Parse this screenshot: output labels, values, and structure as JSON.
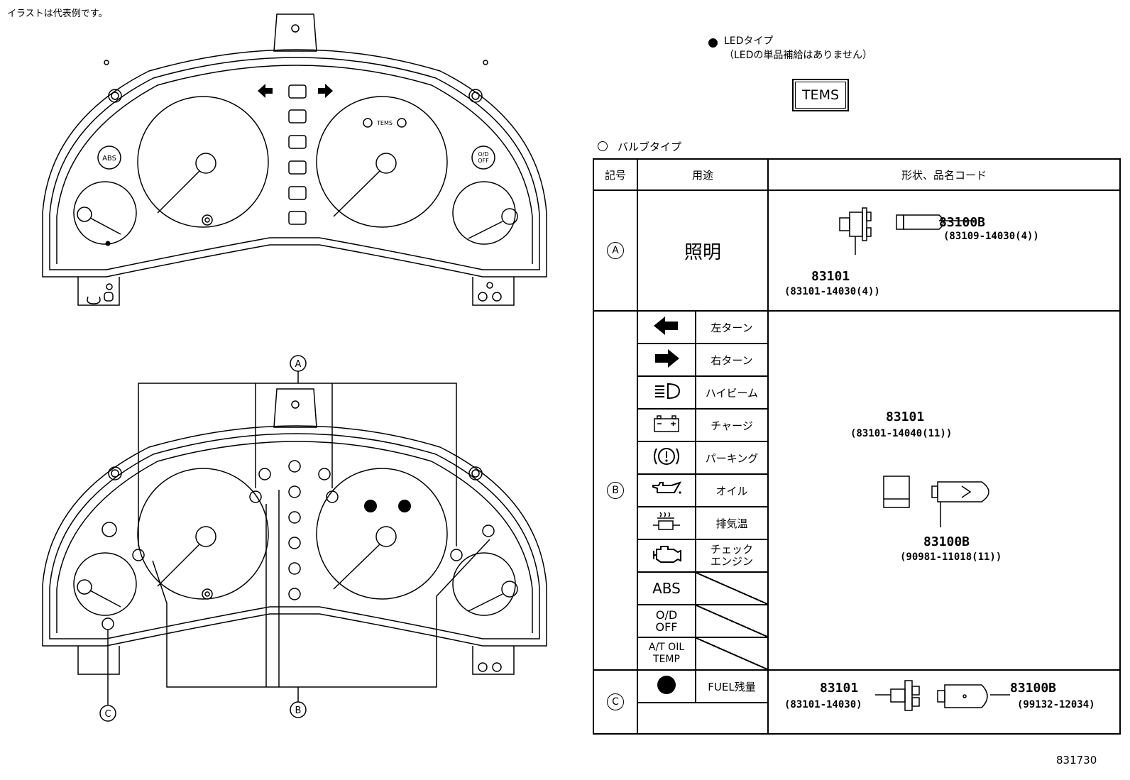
{
  "note": "イラストは代表例です。",
  "legend": {
    "led_type": "LEDタイプ",
    "led_note": "（LEDの単品補給はありません）",
    "tems": "TEMS",
    "bulb_type": "バルブタイプ"
  },
  "cluster": {
    "abs": "ABS",
    "od_off_1": "O/D",
    "od_off_2": "OFF",
    "tems_small": "TEMS"
  },
  "callouts": {
    "a": "A",
    "b": "B",
    "c": "C"
  },
  "table": {
    "headers": {
      "symbol": "記号",
      "use": "用途",
      "shape": "形状、品名コード"
    },
    "row_a": {
      "symbol": "A",
      "use": "照明",
      "part1": "83101",
      "part1_code": "(83101-14030(4))",
      "part2": "83100B",
      "part2_code": "(83109-14030(4))"
    },
    "row_b": {
      "symbol": "B",
      "items": [
        {
          "icon": "left-arrow-icon",
          "label": "左ターン"
        },
        {
          "icon": "right-arrow-icon",
          "label": "右ターン"
        },
        {
          "icon": "high-beam-icon",
          "label": "ハイビーム"
        },
        {
          "icon": "battery-icon",
          "label": "チャージ"
        },
        {
          "icon": "parking-brake-icon",
          "label": "パーキング"
        },
        {
          "icon": "oil-can-icon",
          "label": "オイル"
        },
        {
          "icon": "exhaust-temp-icon",
          "label": "排気温"
        },
        {
          "icon": "check-engine-icon",
          "label": "チェック\nエンジン"
        },
        {
          "icon": "abs-text",
          "label": "ABS"
        },
        {
          "icon": "od-off-text",
          "label": "O/D\nOFF"
        },
        {
          "icon": "at-oil-temp-text",
          "label": "A/T OIL\nTEMP"
        }
      ],
      "part1": "83101",
      "part1_code": "(83101-14040(11))",
      "part2": "83100B",
      "part2_code": "(90981-11018(11))"
    },
    "row_c": {
      "symbol": "C",
      "label": "FUEL残量",
      "part1": "83101",
      "part1_code": "(83101-14030)",
      "part2": "83100B",
      "part2_code": "(99132-12034)"
    }
  },
  "diagram_code": "831730"
}
